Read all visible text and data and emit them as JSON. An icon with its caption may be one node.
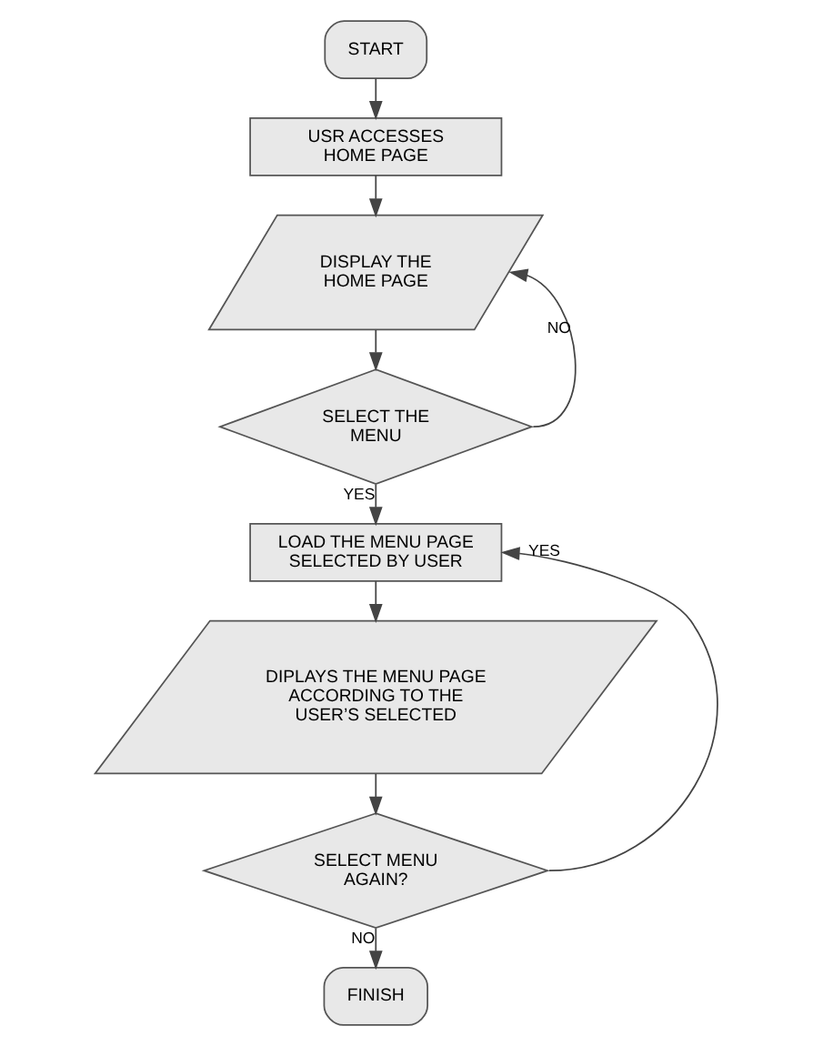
{
  "diagram": {
    "nodes": [
      {
        "text": [
          "START"
        ]
      },
      {
        "text": [
          "USR ACCESSES HOME PAGE"
        ]
      },
      {
        "text": [
          "DISPLAY THE HOME PAGE"
        ]
      },
      {
        "text": [
          "SELECT THE MENU"
        ]
      },
      {
        "text": [
          "LOAD THE MENU PAGE SELECTED BY USER"
        ]
      },
      {
        "text": [
          "DIPLAYS THE MENU PAGE ACCORDING TO THE USER’S SELECTED"
        ]
      },
      {
        "text": [
          "SELECT MENU AGAIN?"
        ]
      },
      {
        "text": [
          "FINISH"
        ]
      }
    ],
    "edges": [
      {
        "from": 0,
        "to": 1,
        "arrow": "to"
      },
      {
        "from": 1,
        "to": 2,
        "arrow": "to"
      },
      {
        "from": 2,
        "to": 3,
        "arrow": "to"
      },
      {
        "from": 3,
        "to": 2,
        "arrow": "to",
        "label": "NO"
      },
      {
        "from": 3,
        "to": 4,
        "arrow": "to",
        "label": "YES"
      },
      {
        "from": 4,
        "to": 5,
        "arrow": "to"
      },
      {
        "from": 5,
        "to": 6,
        "arrow": "to"
      },
      {
        "from": 6,
        "to": 4,
        "arrow": "to",
        "label": "YES"
      },
      {
        "from": 6,
        "to": 7,
        "arrow": "to",
        "label": "NO"
      }
    ]
  }
}
